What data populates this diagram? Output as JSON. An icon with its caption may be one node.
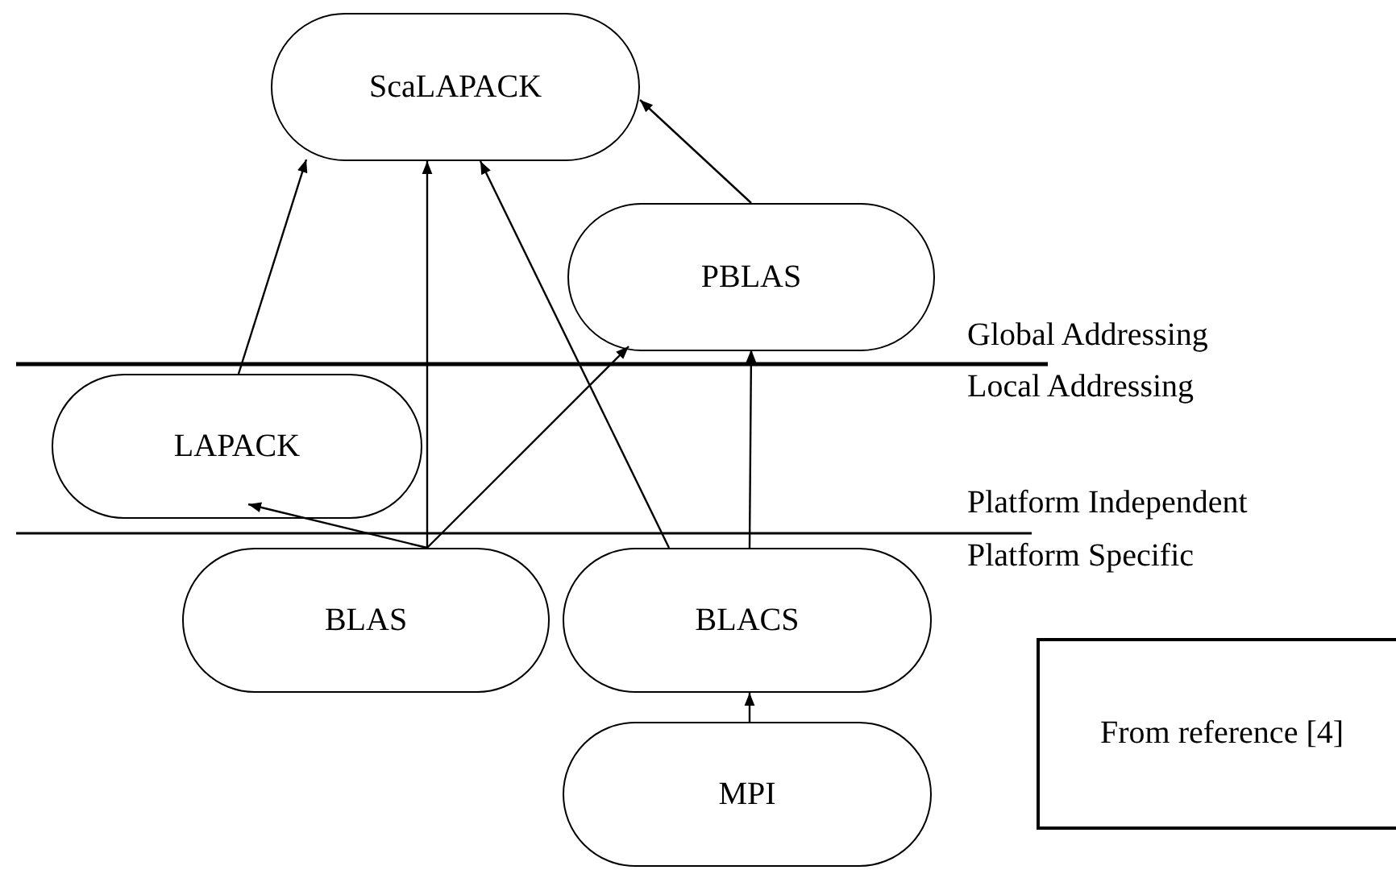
{
  "diagram": {
    "nodes": [
      {
        "text": [
          "ScaLAPACK"
        ]
      },
      {
        "text": [
          "PBLAS"
        ]
      },
      {
        "text": [
          "LAPACK"
        ]
      },
      {
        "text": [
          "BLAS"
        ]
      },
      {
        "text": [
          "BLACS"
        ]
      },
      {
        "text": [
          "MPI"
        ]
      },
      {
        "text": [
          "From reference [4]"
        ]
      }
    ],
    "edges": [
      {
        "from": 2,
        "to": 0,
        "arrow": "to"
      },
      {
        "from": 3,
        "to": 0,
        "arrow": "to"
      },
      {
        "from": 4,
        "to": 0,
        "arrow": "to"
      },
      {
        "from": 1,
        "to": 0,
        "arrow": "to"
      },
      {
        "from": 3,
        "to": 2,
        "arrow": "to"
      },
      {
        "from": 3,
        "to": 1,
        "arrow": "to"
      },
      {
        "from": 4,
        "to": 1,
        "arrow": "to"
      },
      {
        "from": 5,
        "to": 4,
        "arrow": "to"
      }
    ],
    "labels": [
      "Global Addressing",
      "Local Addressing",
      "Platform Independent",
      "Platform Specific"
    ]
  }
}
